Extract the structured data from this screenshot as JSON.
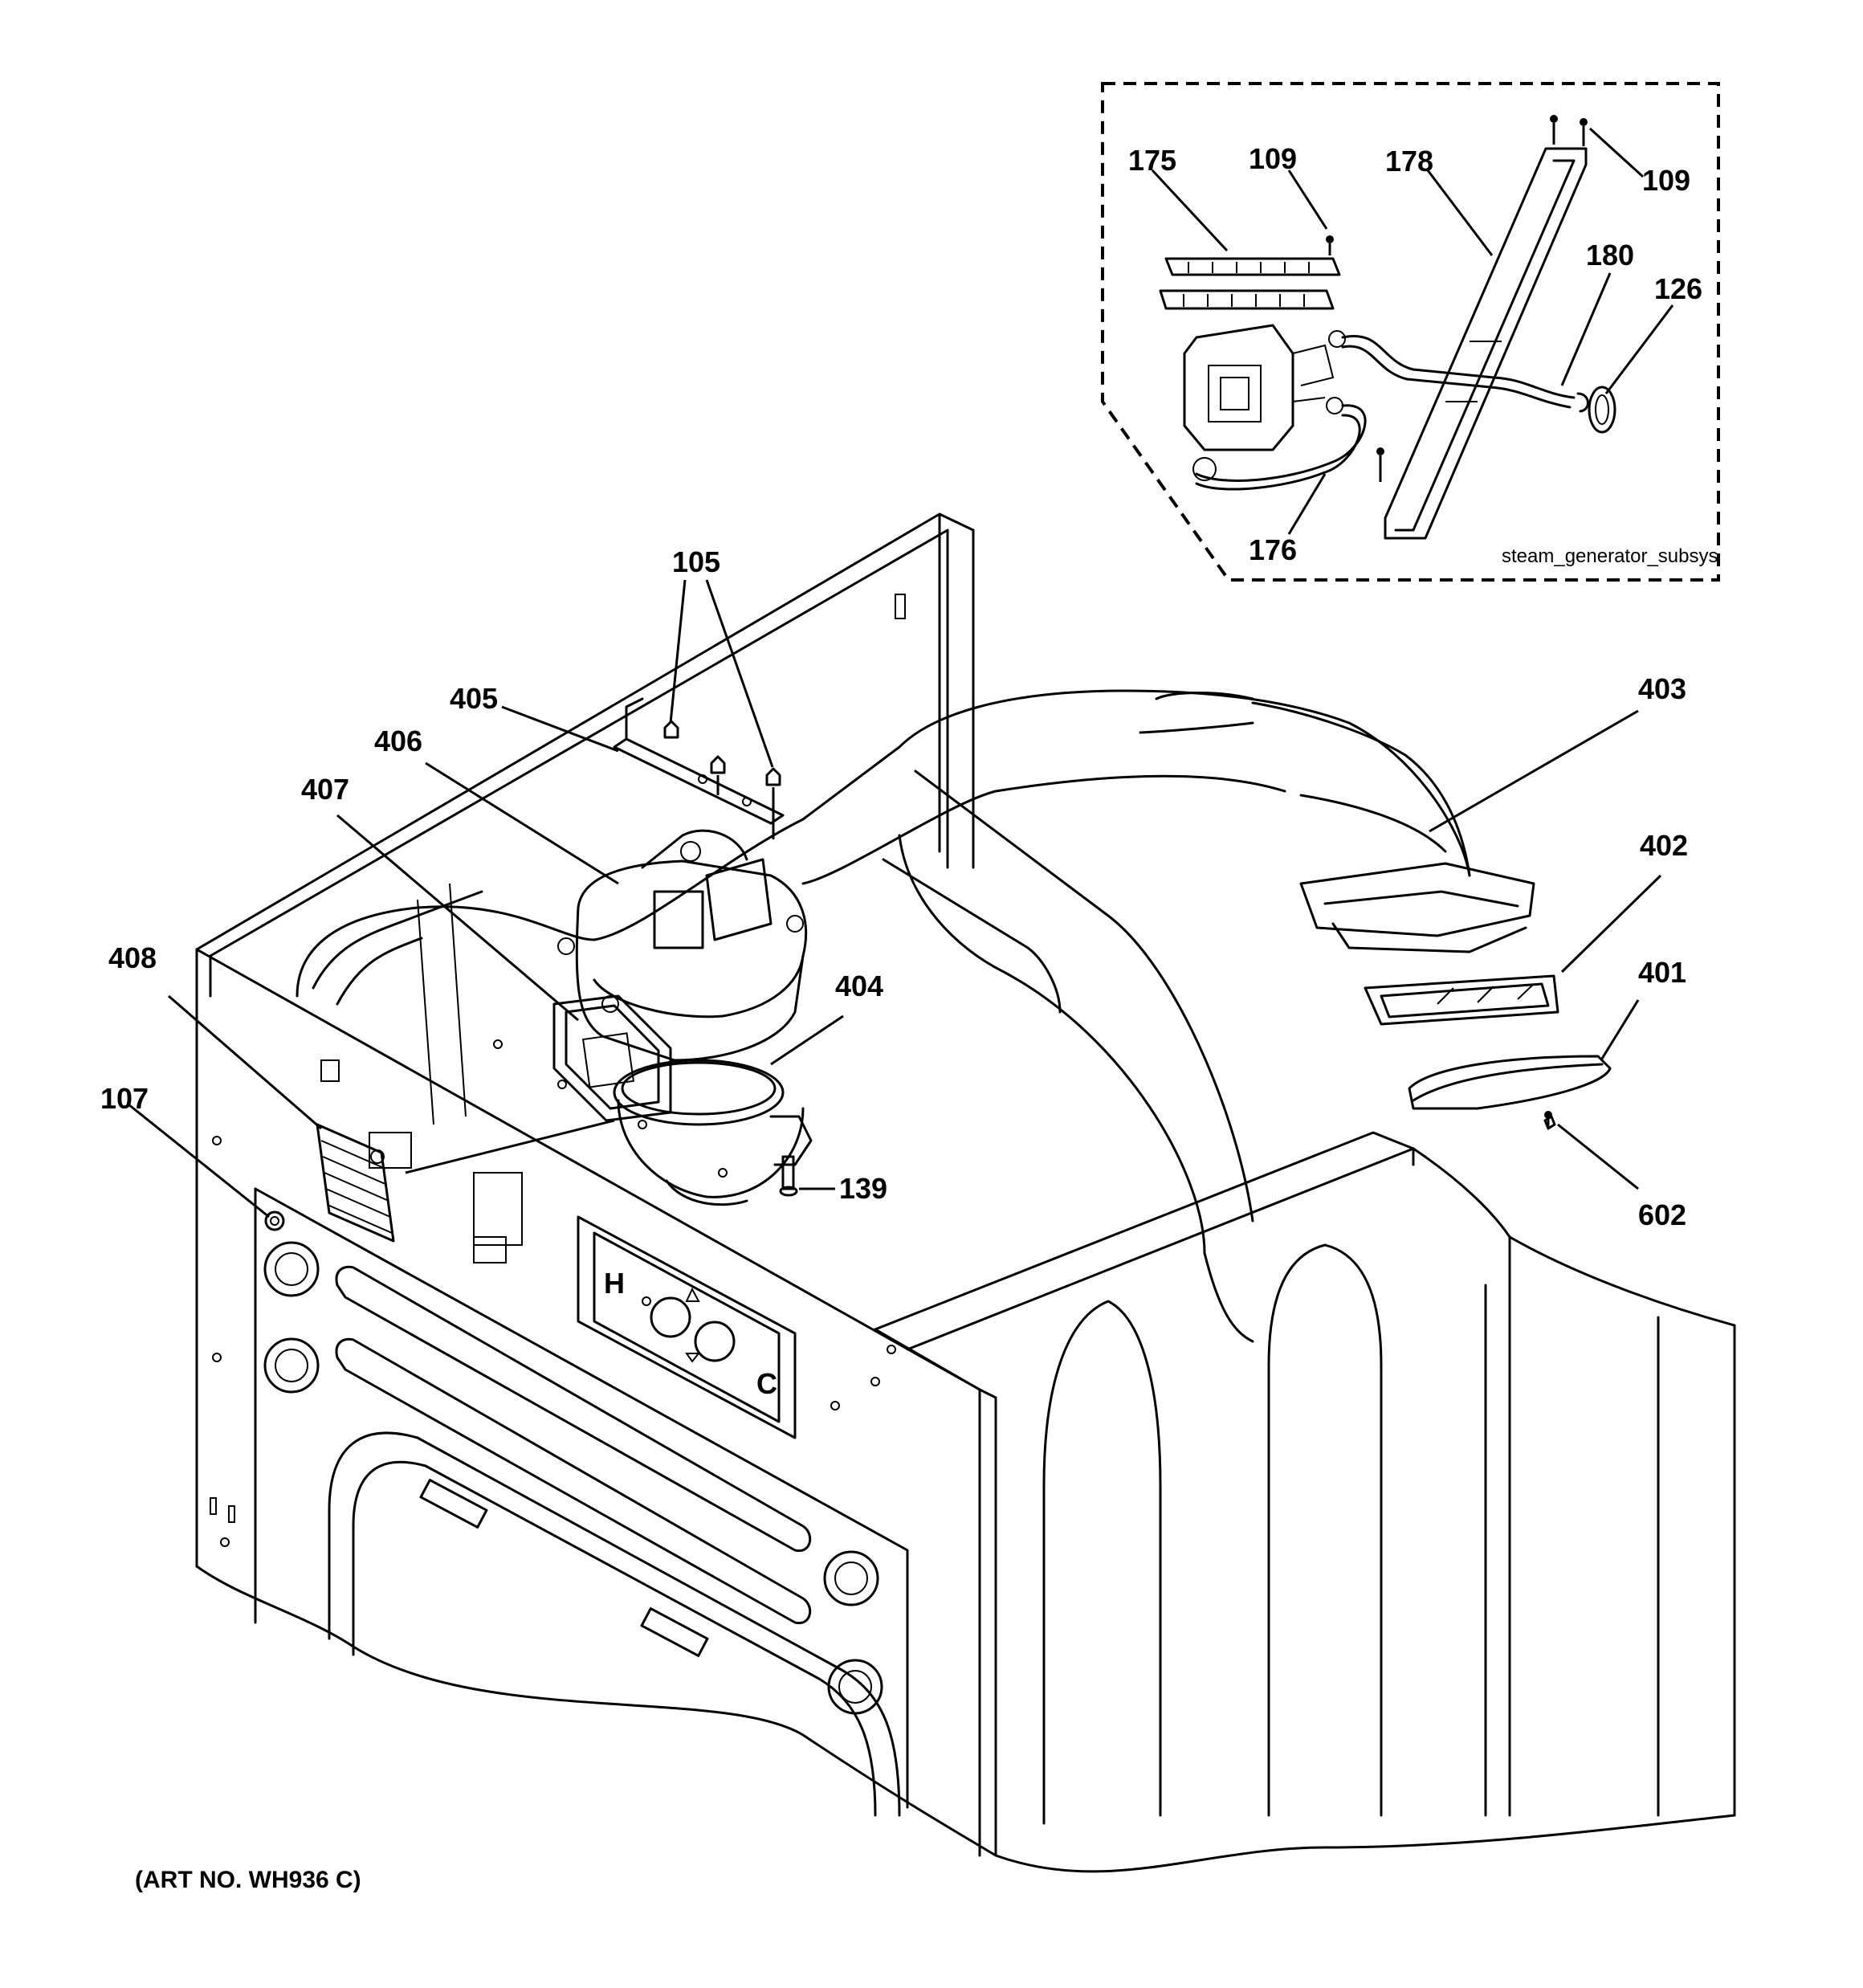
{
  "diagram": {
    "inset_label": "steam_generator_subsys",
    "art_number": "(ART NO. WH936 C)",
    "callouts": [
      {
        "id": "c175",
        "label": "175"
      },
      {
        "id": "c109a",
        "label": "109"
      },
      {
        "id": "c178",
        "label": "178"
      },
      {
        "id": "c109b",
        "label": "109"
      },
      {
        "id": "c180",
        "label": "180"
      },
      {
        "id": "c126",
        "label": "126"
      },
      {
        "id": "c176",
        "label": "176"
      },
      {
        "id": "c105",
        "label": "105"
      },
      {
        "id": "c405",
        "label": "405"
      },
      {
        "id": "c406",
        "label": "406"
      },
      {
        "id": "c407",
        "label": "407"
      },
      {
        "id": "c403",
        "label": "403"
      },
      {
        "id": "c402",
        "label": "402"
      },
      {
        "id": "c401",
        "label": "401"
      },
      {
        "id": "c404",
        "label": "404"
      },
      {
        "id": "c408",
        "label": "408"
      },
      {
        "id": "c107",
        "label": "107"
      },
      {
        "id": "c139",
        "label": "139"
      },
      {
        "id": "c602",
        "label": "602"
      }
    ],
    "panel_letters": {
      "hot": "H",
      "cold": "C"
    }
  }
}
